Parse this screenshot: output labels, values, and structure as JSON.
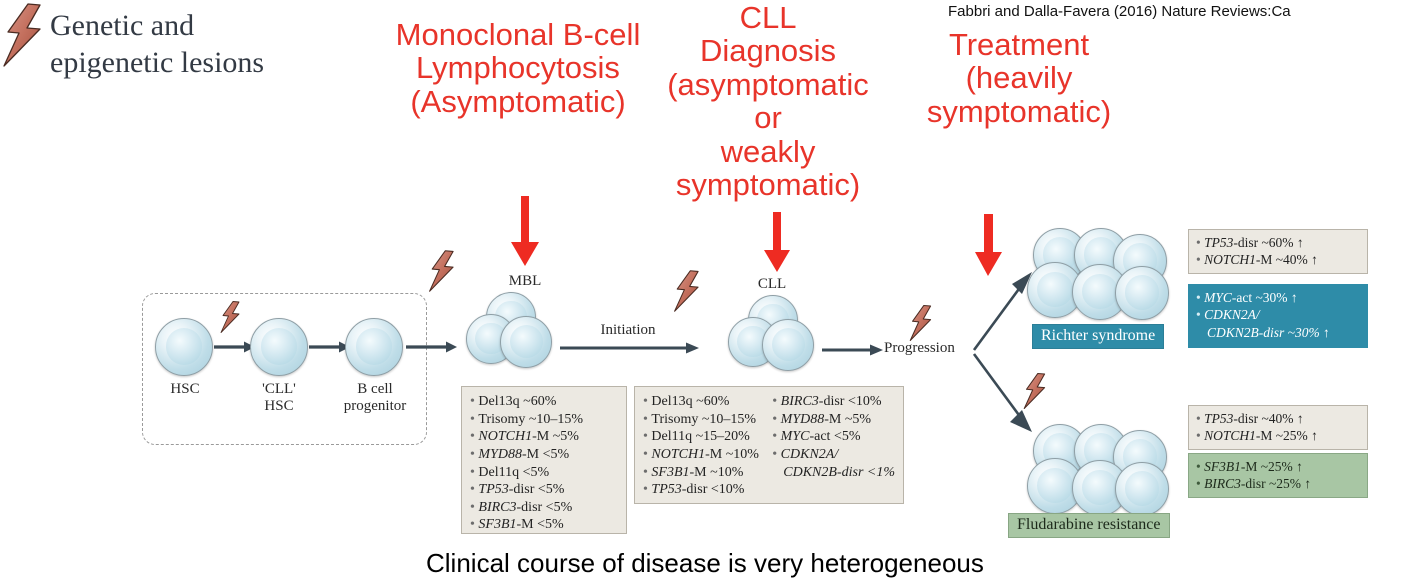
{
  "slide": {
    "citation": "Fabbri and Dalla-Favera (2016) Nature Reviews:Ca",
    "caption": "Clinical course of disease is very heterogeneous",
    "lesion_title": "Genetic and\nepigenetic lesions",
    "colors": {
      "red_heading": "#e8342a",
      "teal": "#2e8ca8",
      "green": "#a8c6a4",
      "info_box": "#ece9e2",
      "cell_blue": "#bfdde8",
      "bolt": "#c4705e"
    }
  },
  "headings": [
    {
      "id": "mbl",
      "text": "Monoclonal B-cell\nLymphocytosis\n(Asymptomatic)"
    },
    {
      "id": "cll",
      "text": "CLL\nDiagnosis\n(asymptomatic or\nweakly\nsymptomatic)"
    },
    {
      "id": "treatment",
      "text": "Treatment\n(heavily\nsymptomatic)"
    }
  ],
  "stages": {
    "hsc": "HSC",
    "cll_hsc": "'CLL'\nHSC",
    "b_cell_progenitor": "B cell\nprogenitor",
    "mbl": "MBL",
    "cll": "CLL",
    "initiation": "Initiation",
    "progression": "Progression",
    "richter_syndrome": "Richter syndrome",
    "fludarabine_resistance": "Fludarabine resistance"
  },
  "mbl_lesions": [
    {
      "gene": "Del13q",
      "rest": " ~60%",
      "italic": false
    },
    {
      "gene": "Trisomy",
      "rest": " ~10–15%",
      "italic": false
    },
    {
      "gene": "NOTCH1",
      "rest": "-M ~5%",
      "italic": true
    },
    {
      "gene": "MYD88",
      "rest": "-M <5%",
      "italic": true
    },
    {
      "gene": "Del11q",
      "rest": " <5%",
      "italic": false
    },
    {
      "gene": "TP53",
      "rest": "-disr <5%",
      "italic": true
    },
    {
      "gene": "BIRC3",
      "rest": "-disr <5%",
      "italic": true
    },
    {
      "gene": "SF3B1",
      "rest": "-M <5%",
      "italic": true
    }
  ],
  "cll_lesions_col1": [
    {
      "gene": "Del13q",
      "rest": " ~60%",
      "italic": false
    },
    {
      "gene": "Trisomy",
      "rest": " ~10–15%",
      "italic": false
    },
    {
      "gene": "Del11q",
      "rest": " ~15–20%",
      "italic": false
    },
    {
      "gene": "NOTCH1",
      "rest": "-M ~10%",
      "italic": true
    },
    {
      "gene": "SF3B1",
      "rest": "-M ~10%",
      "italic": true
    },
    {
      "gene": "TP53",
      "rest": "-disr <10%",
      "italic": true
    }
  ],
  "cll_lesions_col2": [
    {
      "gene": "BIRC3",
      "rest": "-disr <10%",
      "italic": true,
      "cont": ""
    },
    {
      "gene": "MYD88",
      "rest": "-M ~5%",
      "italic": true,
      "cont": ""
    },
    {
      "gene": "MYC",
      "rest": "-act <5%",
      "italic": true,
      "cont": ""
    },
    {
      "gene": "CDKN2A/",
      "rest": "",
      "italic": true,
      "cont": "CDKN2B-disr <1%"
    }
  ],
  "richter_lesions_gray": [
    {
      "gene": "TP53",
      "rest": "-disr ~60% ↑",
      "italic": true
    },
    {
      "gene": "NOTCH1",
      "rest": "-M ~40% ↑",
      "italic": true
    }
  ],
  "richter_lesions_teal": [
    {
      "gene": "MYC",
      "rest": "-act ~30% ↑",
      "italic": true,
      "cont": ""
    },
    {
      "gene": "CDKN2A/",
      "rest": "",
      "italic": true,
      "cont": "CDKN2B-disr ~30% ↑"
    }
  ],
  "fludarabine_lesions_gray": [
    {
      "gene": "TP53",
      "rest": "-disr ~40% ↑",
      "italic": true
    },
    {
      "gene": "NOTCH1",
      "rest": "-M ~25% ↑",
      "italic": true
    }
  ],
  "fludarabine_lesions_green": [
    {
      "gene": "SF3B1",
      "rest": "-M ~25% ↑",
      "italic": true
    },
    {
      "gene": "BIRC3",
      "rest": "-disr ~25% ↑",
      "italic": true
    }
  ],
  "icons": {
    "bolt": "lightning-bolt-icon",
    "red_arrow": "red-down-arrow-icon",
    "flow_arrow": "flow-arrow-icon"
  }
}
